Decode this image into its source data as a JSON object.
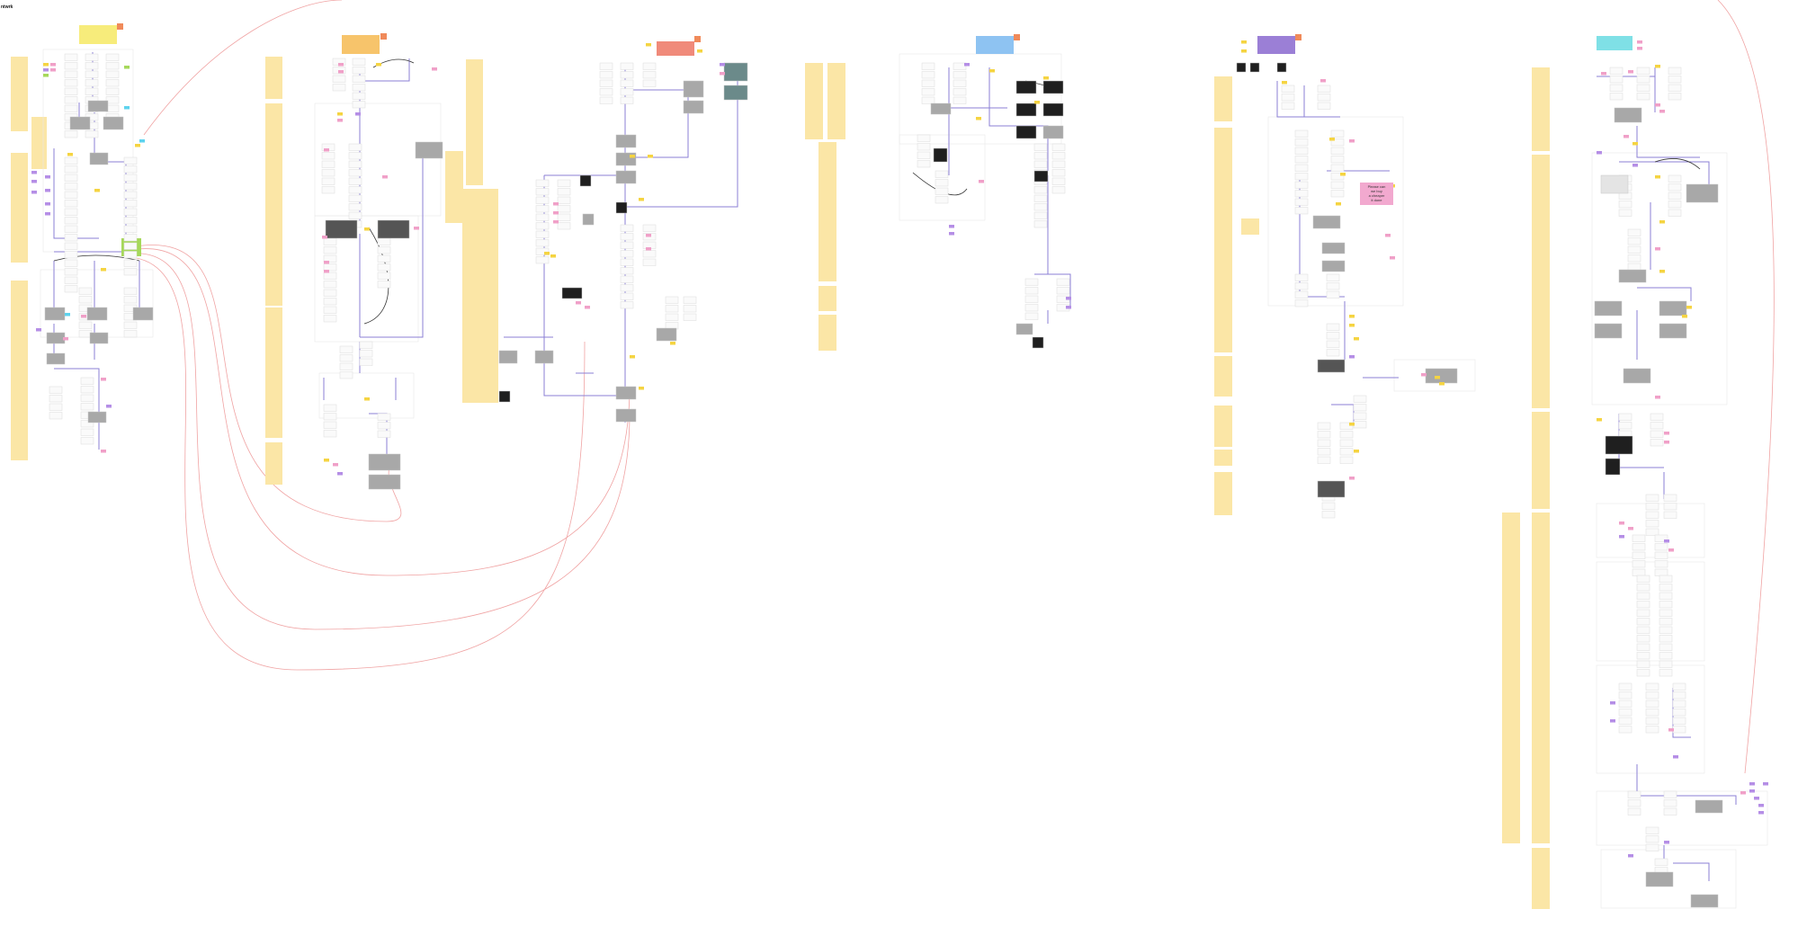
{
  "board": {
    "title": "ntwrk"
  },
  "sticky_note": {
    "lines": [
      "Please can",
      "we buy",
      "a cheaper",
      "it done"
    ]
  },
  "colors": {
    "background": "#ffffff",
    "section_band": "#fbe6a6",
    "connector": "#8b7fd6",
    "curve_link": "#f0a3a3",
    "screen_gray": "#a8a8a8",
    "screen_dark": "#555555",
    "screen_black": "#1f1f1f",
    "card_frame": "#e4e4e4",
    "yellow_tag": "#f5d442",
    "pink_tag": "#f0a0c8",
    "purple_tag": "#b58ee6",
    "cyan_tag": "#5ed3ee",
    "green_tag": "#a6d85a",
    "header_yellow": "#f7ec7b",
    "header_orange": "#f7c46b",
    "header_salmon": "#f08a7a",
    "header_blue": "#8ec3f2",
    "header_purple": "#9b7fd6",
    "header_teal": "#7fe0e6",
    "sticky_pink": "#f2a9cf"
  }
}
